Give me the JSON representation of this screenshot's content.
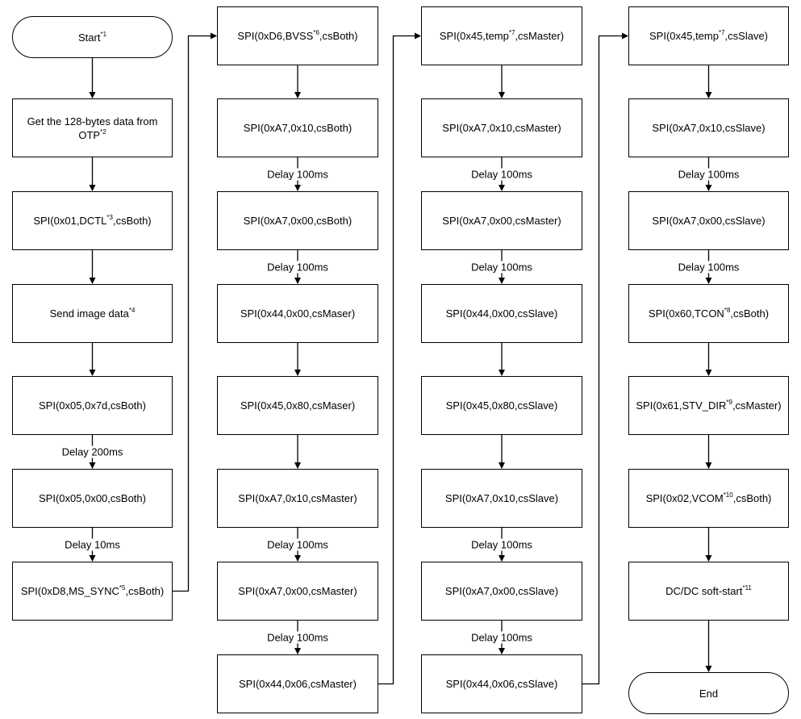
{
  "columns": [
    {
      "nodes": [
        {
          "kind": "terminal",
          "pre": "Start",
          "sup": "*1",
          "post": ""
        },
        {
          "kind": "process",
          "pre": "Get the 128-bytes data from OTP",
          "sup": "*2",
          "post": ""
        },
        {
          "kind": "process",
          "pre": "SPI(0x01,DCTL",
          "sup": "*3",
          "post": ",csBoth)"
        },
        {
          "kind": "process",
          "pre": "Send image data",
          "sup": "*4",
          "post": ""
        },
        {
          "kind": "process",
          "pre": "SPI(0x05,0x7d,csBoth)",
          "sup": "",
          "post": ""
        },
        {
          "kind": "process",
          "pre": "SPI(0x05,0x00,csBoth)",
          "sup": "",
          "post": ""
        },
        {
          "kind": "process",
          "pre": "SPI(0xD8,MS_SYNC",
          "sup": "*5",
          "post": ",csBoth)"
        }
      ],
      "delays": [
        "",
        "",
        "",
        "",
        "Delay 200ms",
        "Delay 10ms"
      ]
    },
    {
      "nodes": [
        {
          "kind": "process",
          "pre": "SPI(0xD6,BVSS",
          "sup": "*6",
          "post": ",csBoth)"
        },
        {
          "kind": "process",
          "pre": "SPI(0xA7,0x10,csBoth)",
          "sup": "",
          "post": ""
        },
        {
          "kind": "process",
          "pre": "SPI(0xA7,0x00,csBoth)",
          "sup": "",
          "post": ""
        },
        {
          "kind": "process",
          "pre": "SPI(0x44,0x00,csMaser)",
          "sup": "",
          "post": ""
        },
        {
          "kind": "process",
          "pre": "SPI(0x45,0x80,csMaser)",
          "sup": "",
          "post": ""
        },
        {
          "kind": "process",
          "pre": "SPI(0xA7,0x10,csMaster)",
          "sup": "",
          "post": ""
        },
        {
          "kind": "process",
          "pre": "SPI(0xA7,0x00,csMaster)",
          "sup": "",
          "post": ""
        },
        {
          "kind": "process",
          "pre": "SPI(0x44,0x06,csMaster)",
          "sup": "",
          "post": ""
        }
      ],
      "delays": [
        "",
        "Delay 100ms",
        "Delay 100ms",
        "",
        "",
        "Delay 100ms",
        "Delay 100ms"
      ]
    },
    {
      "nodes": [
        {
          "kind": "process",
          "pre": "SPI(0x45,temp",
          "sup": "*7",
          "post": ",csMaster)"
        },
        {
          "kind": "process",
          "pre": "SPI(0xA7,0x10,csMaster)",
          "sup": "",
          "post": ""
        },
        {
          "kind": "process",
          "pre": "SPI(0xA7,0x00,csMaster)",
          "sup": "",
          "post": ""
        },
        {
          "kind": "process",
          "pre": "SPI(0x44,0x00,csSlave)",
          "sup": "",
          "post": ""
        },
        {
          "kind": "process",
          "pre": "SPI(0x45,0x80,csSlave)",
          "sup": "",
          "post": ""
        },
        {
          "kind": "process",
          "pre": "SPI(0xA7,0x10,csSlave)",
          "sup": "",
          "post": ""
        },
        {
          "kind": "process",
          "pre": "SPI(0xA7,0x00,csSlave)",
          "sup": "",
          "post": ""
        },
        {
          "kind": "process",
          "pre": "SPI(0x44,0x06,csSlave)",
          "sup": "",
          "post": ""
        }
      ],
      "delays": [
        "",
        "Delay 100ms",
        "Delay 100ms",
        "",
        "",
        "Delay 100ms",
        "Delay 100ms"
      ]
    },
    {
      "nodes": [
        {
          "kind": "process",
          "pre": "SPI(0x45,temp",
          "sup": "*7",
          "post": ",csSlave)"
        },
        {
          "kind": "process",
          "pre": "SPI(0xA7,0x10,csSlave)",
          "sup": "",
          "post": ""
        },
        {
          "kind": "process",
          "pre": "SPI(0xA7,0x00,csSlave)",
          "sup": "",
          "post": ""
        },
        {
          "kind": "process",
          "pre": "SPI(0x60,TCON",
          "sup": "*8",
          "post": ",csBoth)"
        },
        {
          "kind": "process",
          "pre": "SPI(0x61,STV_DIR",
          "sup": "*9",
          "post": ",csMaster)"
        },
        {
          "kind": "process",
          "pre": "SPI(0x02,VCOM",
          "sup": "*10",
          "post": ",csBoth)"
        },
        {
          "kind": "process",
          "pre": "DC/DC soft-start",
          "sup": "*11",
          "post": ""
        },
        {
          "kind": "terminal",
          "pre": "End",
          "sup": "",
          "post": ""
        }
      ],
      "delays": [
        "",
        "Delay 100ms",
        "Delay 100ms",
        "",
        "",
        "",
        ""
      ]
    }
  ]
}
